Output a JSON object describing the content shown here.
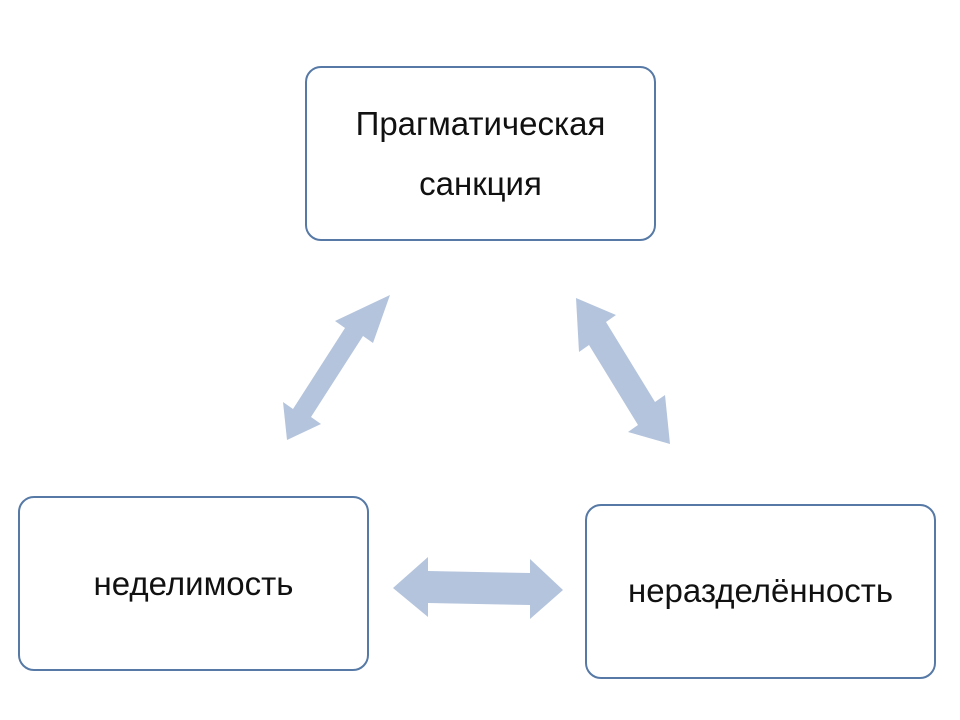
{
  "diagram": {
    "nodes": [
      {
        "id": "top",
        "label": "Прагматическая санкция"
      },
      {
        "id": "left",
        "label": "неделимость"
      },
      {
        "id": "right",
        "label": "неразделённость"
      }
    ],
    "edges": [
      {
        "from": "top",
        "to": "left",
        "style": "double-arrow"
      },
      {
        "from": "top",
        "to": "right",
        "style": "double-arrow"
      },
      {
        "from": "left",
        "to": "right",
        "style": "double-arrow"
      }
    ],
    "colors": {
      "node_border": "#5679a6",
      "arrow_fill": "#b4c4dd",
      "text": "#111111"
    }
  }
}
